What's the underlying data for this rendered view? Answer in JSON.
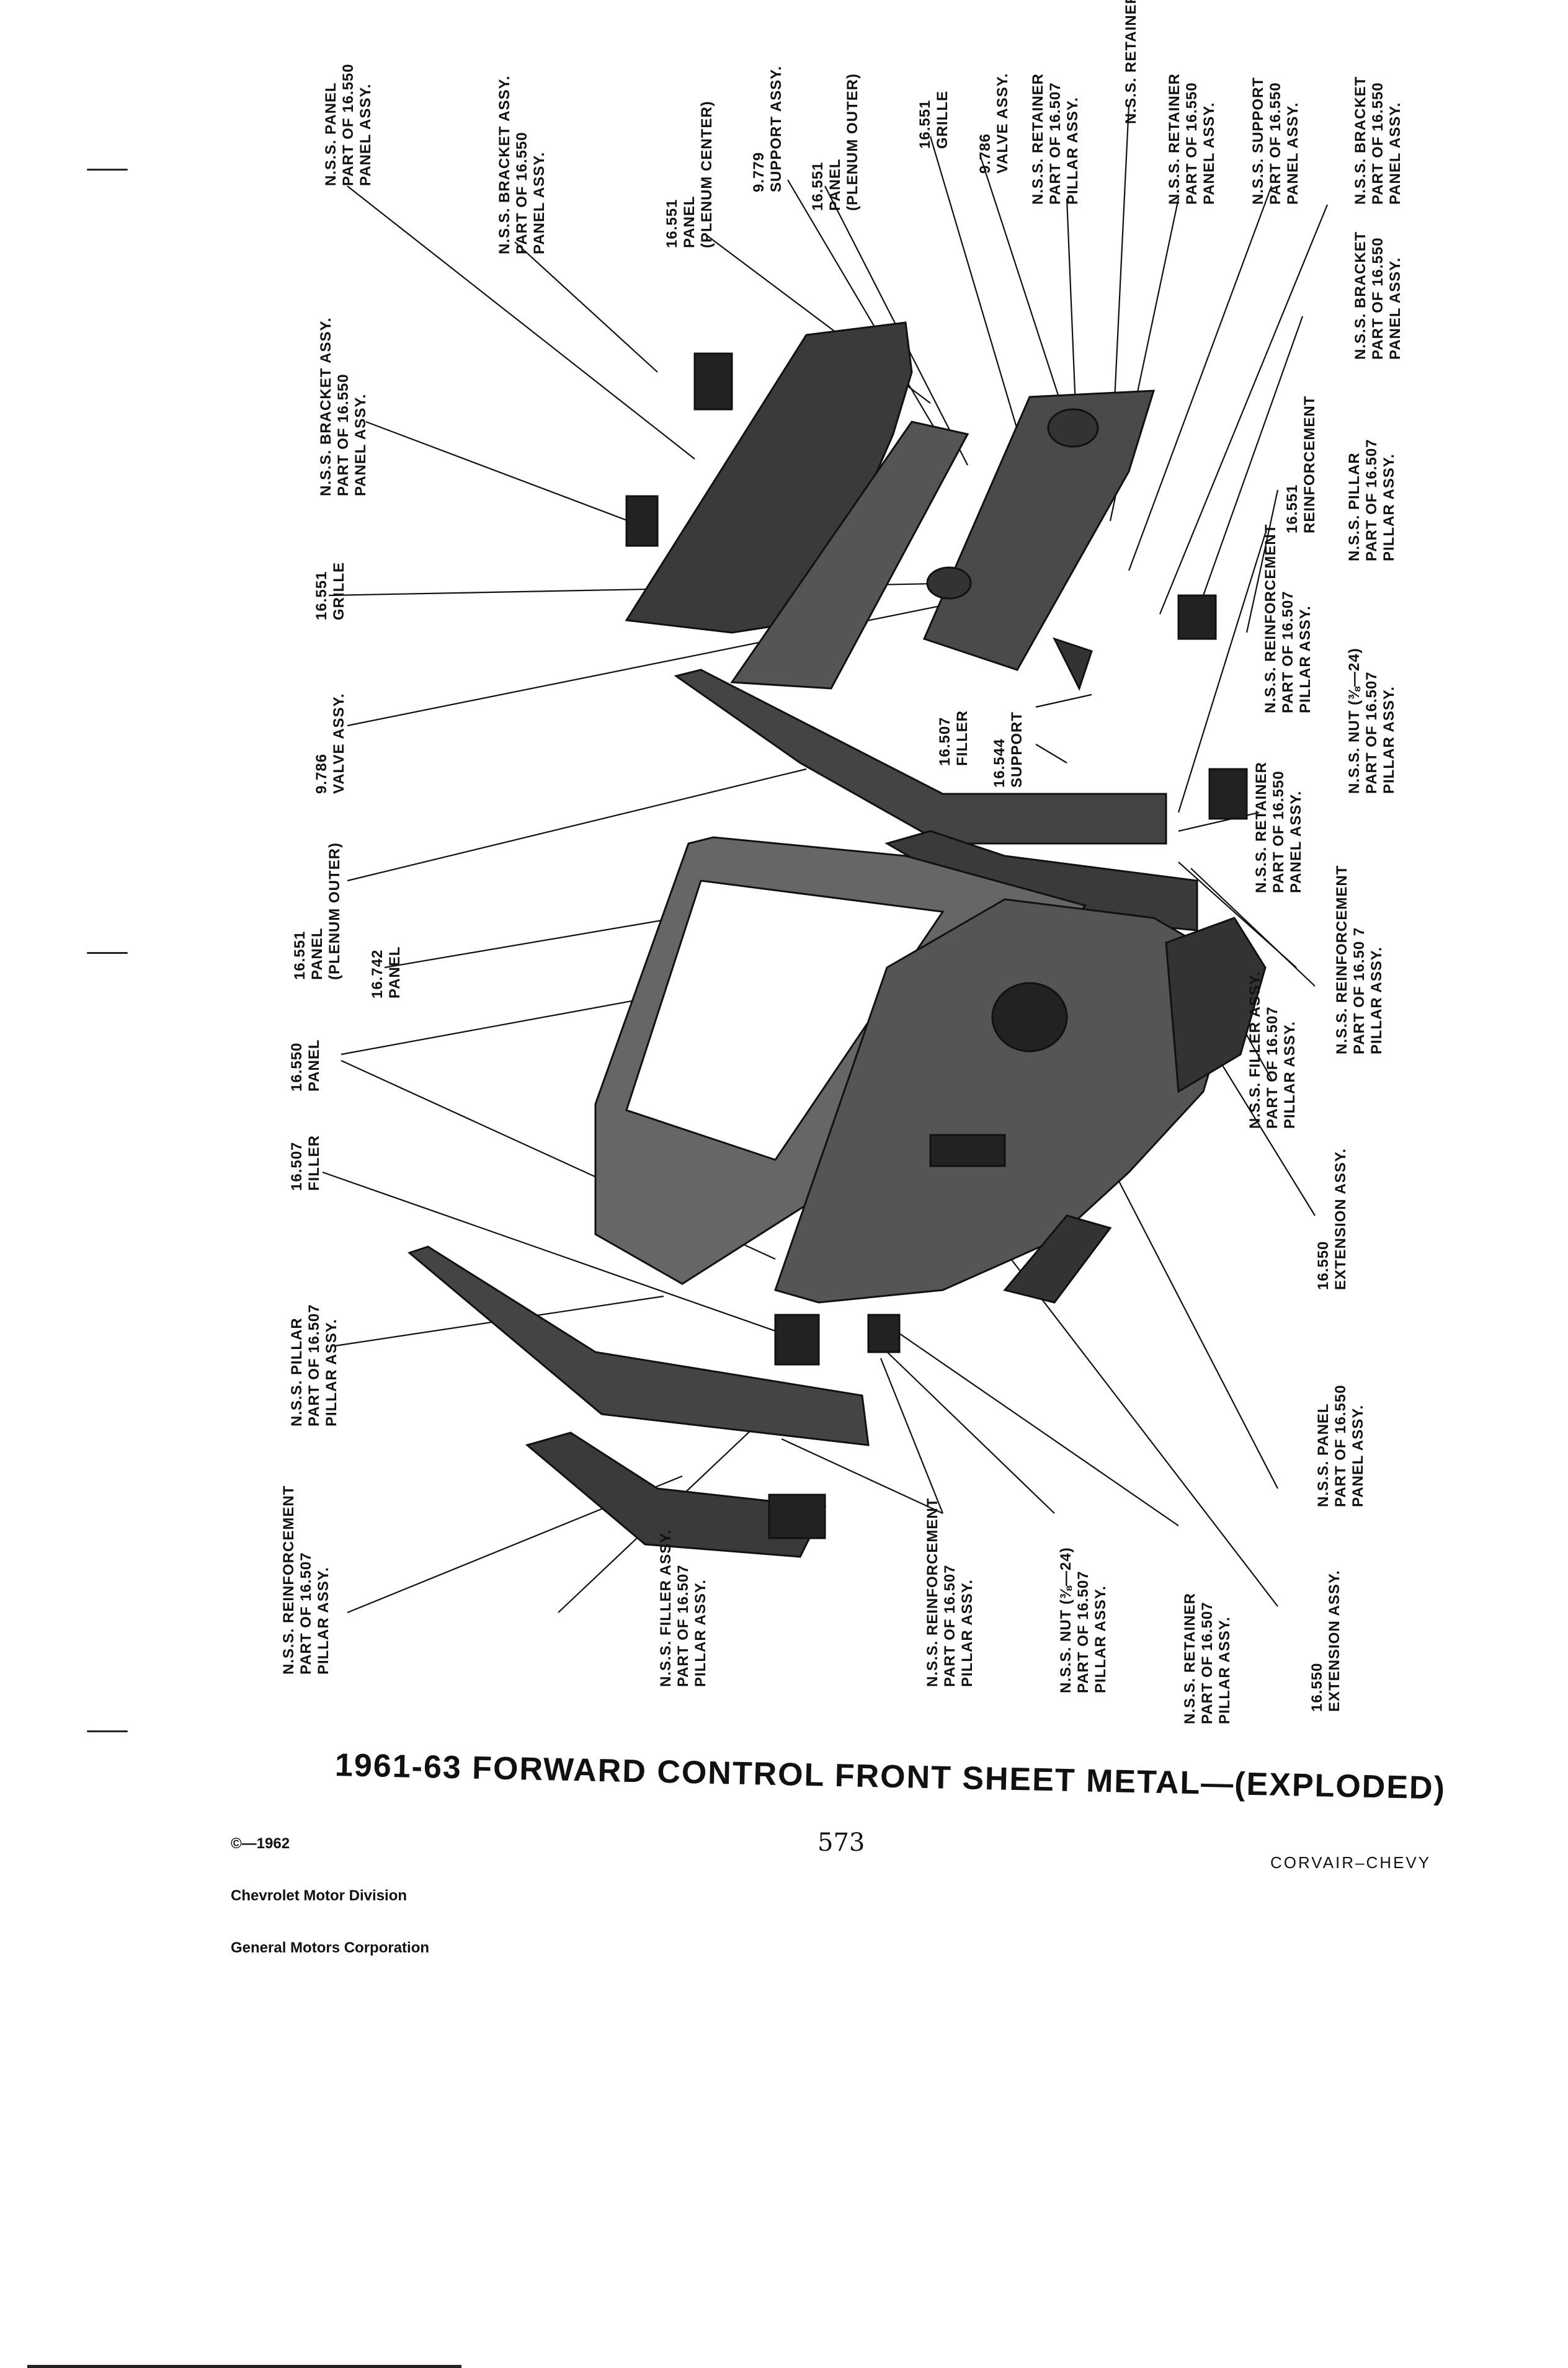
{
  "title": "1961-63 FORWARD CONTROL FRONT SHEET METAL—(EXPLODED)",
  "copyright": [
    "©—1962",
    "Chevrolet Motor Division",
    "General Motors Corporation"
  ],
  "page_number": "573",
  "footer": "CORVAIR–CHEVY",
  "callouts": {
    "nss_panel_16550_top": "N.S.S. PANEL\nPART OF 16.550\nPANEL ASSY.",
    "nss_bracket_assy_top": "N.S.S. BRACKET ASSY.\nPART OF 16.550\nPANEL ASSY.",
    "panel_plenum_center": "16.551\nPANEL\n(PLENUM CENTER)",
    "support_assy_9779": "9.779\nSUPPORT ASSY.",
    "panel_plenum_outer_top": "16.551\nPANEL\n(PLENUM OUTER)",
    "grille_top": "16.551\nGRILLE",
    "valve_assy_right": "9.786\nVALVE ASSY.",
    "nss_retainer_16507_top": "N.S.S. RETAINER\nPART OF 16.507\nPILLAR ASSY.",
    "nss_retainer_plain": "N.S.S. RETAINER",
    "nss_retainer_16550_top": "N.S.S. RETAINER\nPART OF 16.550\nPANEL ASSY.",
    "nss_support_16550": "N.S.S. SUPPORT\nPART OF 16.550\nPANEL ASSY.",
    "nss_bracket_16550_right": "N.S.S. BRACKET\nPART OF 16.550\nPANEL ASSY.",
    "nss_bracket_16550_mid": "N.S.S. BRACKET\nPART OF 16.550\nPANEL ASSY.",
    "reinforcement_16551": "16.551\nREINFORCEMENT",
    "nss_pillar_16507_right": "N.S.S. PILLAR\nPART OF 16.507\nPILLAR ASSY.",
    "nss_bracket_assy_left": "N.S.S. BRACKET ASSY.\nPART OF 16.550\nPANEL ASSY.",
    "grille_left": "16.551\nGRILLE",
    "nss_reinforcement_16507_mid": "N.S.S. REINFORCEMENT\nPART OF 16.507\nPILLAR ASSY.",
    "nss_nut_right": "N.S.S. NUT (⅜—24)\nPART OF 16.507\nPILLAR ASSY.",
    "support_16544": "16.544\nSUPPORT",
    "filler_16507_right": "16.507\nFILLER",
    "valve_assy_left": "9.786\nVALVE ASSY.",
    "panel_plenum_outer_left": "16.551\nPANEL\n(PLENUM OUTER)",
    "panel_16742": "16.742\nPANEL",
    "panel_16550": "16.550\nPANEL",
    "filler_16507_left": "16.507\nFILLER",
    "nss_retainer_16550_mid": "N.S.S. RETAINER\nPART OF 16.550\nPANEL ASSY.",
    "nss_reinforcement_16507_right": "N.S.S. REINFORCEMENT\nPART OF 16.50 7\nPILLAR ASSY.",
    "nss_filler_assy_right": "N.S.S. FILLER ASSY.\nPART OF 16.507\nPILLAR ASSY.",
    "extension_assy_right": "16.550\nEXTENSION ASSY.",
    "nss_pillar_16507_left": "N.S.S. PILLAR\nPART OF 16.507\nPILLAR ASSY.",
    "nss_panel_16550_bottom": "N.S.S. PANEL\nPART OF 16.550\nPANEL ASSY.",
    "nss_reinforcement_16507_left": "N.S.S. REINFORCEMENT\nPART OF 16.507\nPILLAR ASSY.",
    "nss_filler_assy_left": "N.S.S. FILLER ASSY.\nPART OF 16.507\nPILLAR ASSY.",
    "nss_reinforcement_16507_bottom": "N.S.S. REINFORCEMENT\nPART OF 16.507\nPILLAR ASSY.",
    "nss_nut_bottom": "N.S.S. NUT (⅜—24)\nPART OF 16.507\nPILLAR ASSY.",
    "nss_retainer_16507_bottom": "N.S.S. RETAINER\nPART OF 16.507\nPILLAR ASSY.",
    "extension_assy_bottom": "16.550\nEXTENSION ASSY."
  }
}
